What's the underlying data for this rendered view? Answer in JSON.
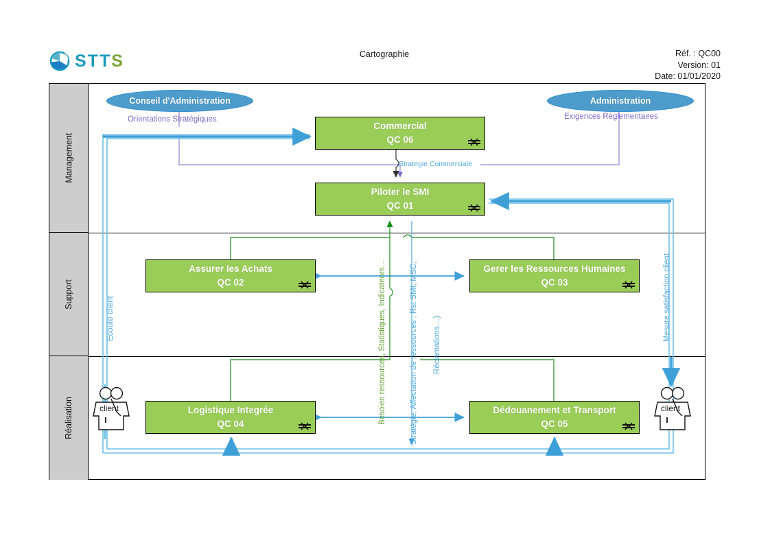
{
  "header": {
    "logo_text_teal": "STT",
    "logo_text_green": "S",
    "logo_icon": "stts-circle-logo",
    "doc_title": "Cartographie",
    "ref": "Réf. : QC00",
    "version": "Version: 01",
    "date": "Date: 01/01/2020"
  },
  "bands": [
    {
      "id": "management",
      "label": "Management"
    },
    {
      "id": "support",
      "label": "Support"
    },
    {
      "id": "realisation",
      "label": "Réalisation"
    }
  ],
  "externals": [
    {
      "id": "conseil",
      "label": "Conseil d'Administration",
      "note": "Orientations Stratégiques"
    },
    {
      "id": "administration",
      "label": "Administration",
      "note": "Exigences Réglementaires"
    }
  ],
  "processes": [
    {
      "id": "commercial",
      "title": "Commercial",
      "code": "QC 06"
    },
    {
      "id": "piloter",
      "title": "Piloter le SMI",
      "code": "QC 01"
    },
    {
      "id": "achats",
      "title": "Assurer les Achats",
      "code": "QC 02"
    },
    {
      "id": "rh",
      "title": "Gerer les Ressources Humaines",
      "code": "QC 03"
    },
    {
      "id": "logistique",
      "title": "Logistique Integrée",
      "code": "QC 04"
    },
    {
      "id": "dedouanement",
      "title": "Dédouanement et Transport",
      "code": "QC 05"
    }
  ],
  "flow_labels": {
    "strategie_commerciale": "Strategie Commerciale",
    "ecoute_client": "Ecoute client",
    "mesure_satisfaction": "Mesure satisfaction client",
    "besoin_ressources": "Besoien ressources, Statistiques, Indicateurs…",
    "strategie_affectation": "Stratégie, Affectation de ressources , Rst SMI, MSC,",
    "reclamations": "Réclamations…)"
  },
  "actors": [
    {
      "id": "client-left",
      "label": "client"
    },
    {
      "id": "client-right",
      "label": "client"
    }
  ],
  "colors": {
    "process_fill": "#9ACD58",
    "external_fill": "#4D9CCB",
    "band_fill": "#CDCDCD",
    "blue_arrow": "#4FA8DC",
    "green_arrow": "#169016",
    "purple_line": "#7B68C8",
    "logo_teal": "#1b9bbd",
    "logo_green": "#7fa63b"
  }
}
